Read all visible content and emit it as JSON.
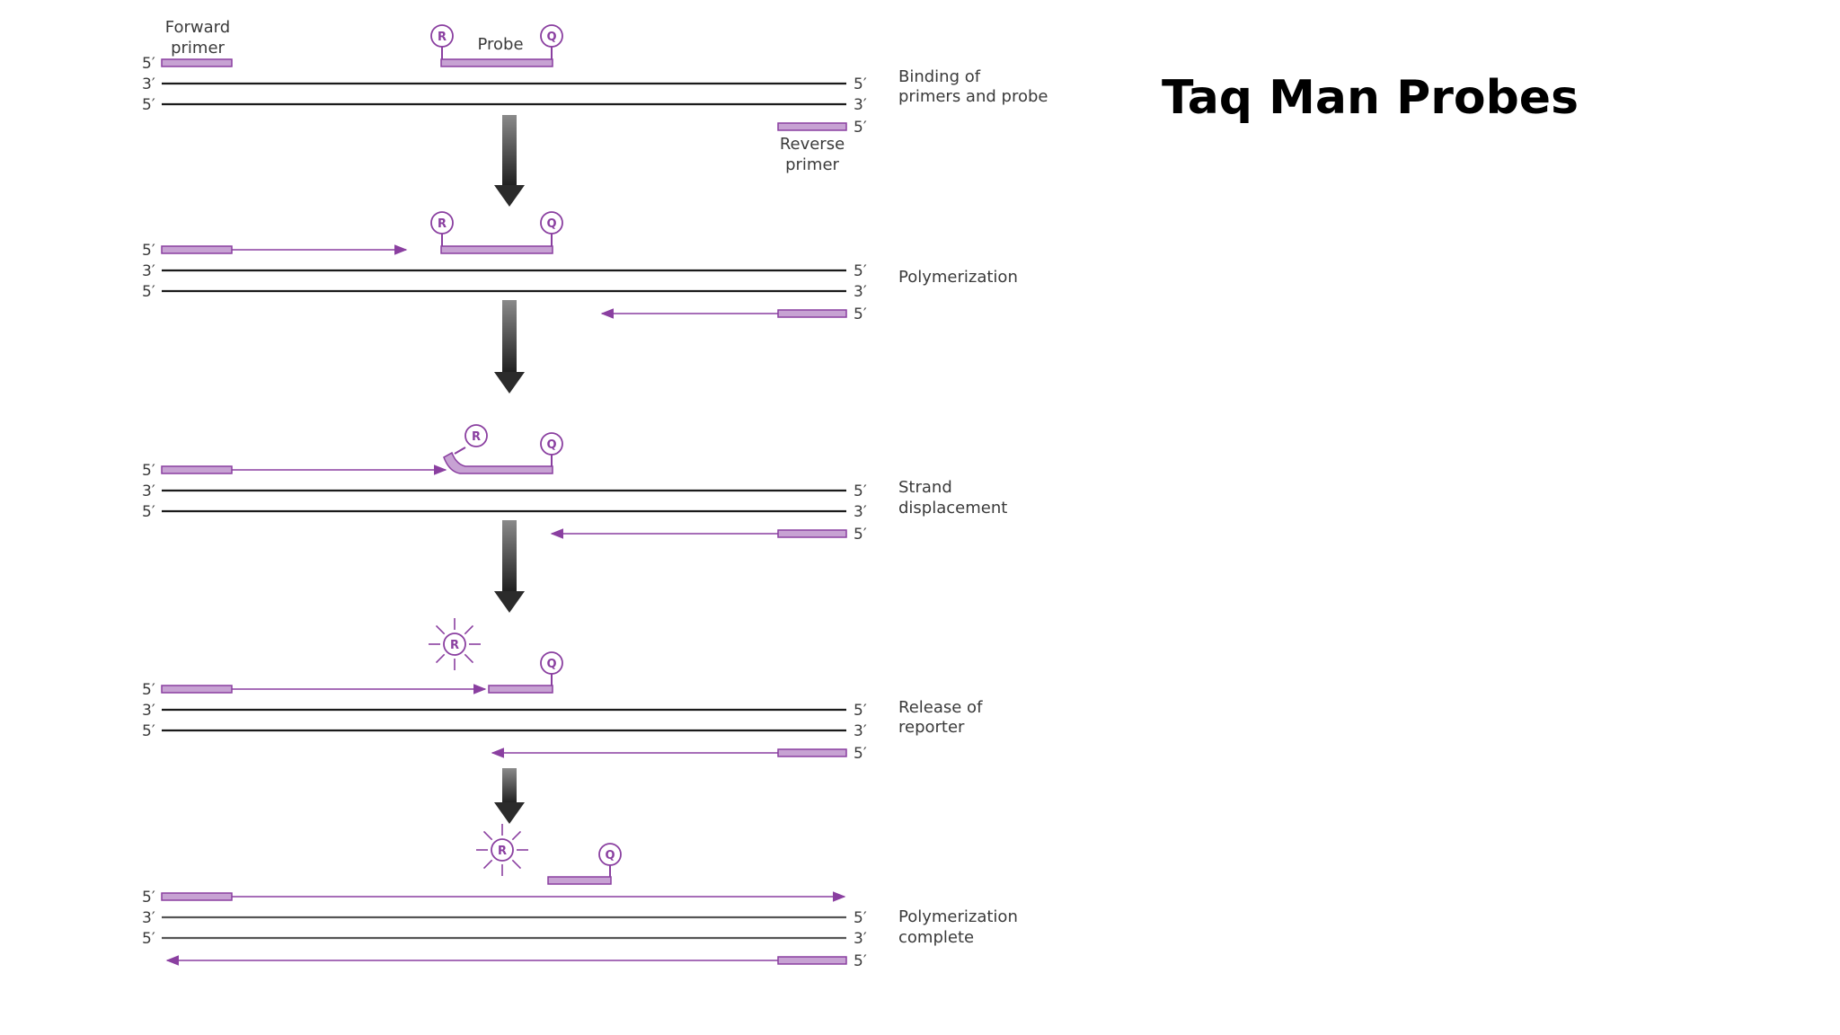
{
  "title": "Taq Man Probes",
  "labels": {
    "forward_primer": [
      "Forward",
      "primer"
    ],
    "probe": "Probe",
    "reverse_primer": [
      "Reverse",
      "primer"
    ],
    "reporter": "R",
    "quencher": "Q",
    "five_prime": "5′",
    "three_prime": "3′"
  },
  "steps": [
    {
      "caption": [
        "Binding of",
        "primers and probe"
      ]
    },
    {
      "caption": [
        "Polymerization"
      ]
    },
    {
      "caption": [
        "Strand",
        "displacement"
      ]
    },
    {
      "caption": [
        "Release of",
        "reporter"
      ]
    },
    {
      "caption": [
        "Polymerization",
        "complete"
      ]
    }
  ],
  "colors": {
    "primer_fill": "#c7a2d3",
    "primer_stroke": "#8a3fa0",
    "strand": "#1a1a1a",
    "arrow_dark": "#2b2b2b",
    "title": "#000000"
  }
}
